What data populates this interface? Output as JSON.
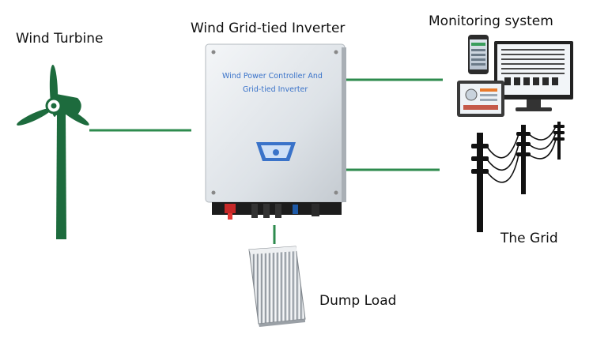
{
  "labels": {
    "wind_turbine": "Wind Turbine",
    "inverter": "Wind Grid-tied Inverter",
    "monitoring": "Monitoring system",
    "grid": "The Grid",
    "dump_load": "Dump Load"
  },
  "inverter_panel": {
    "line1": "Wind Power Controller And",
    "line2": "Grid-tied Inverter"
  },
  "colors": {
    "connector": "#2e8b4e",
    "turbine": "#1d6b3d",
    "panel_text": "#3a73c9",
    "pole": "#111111"
  }
}
